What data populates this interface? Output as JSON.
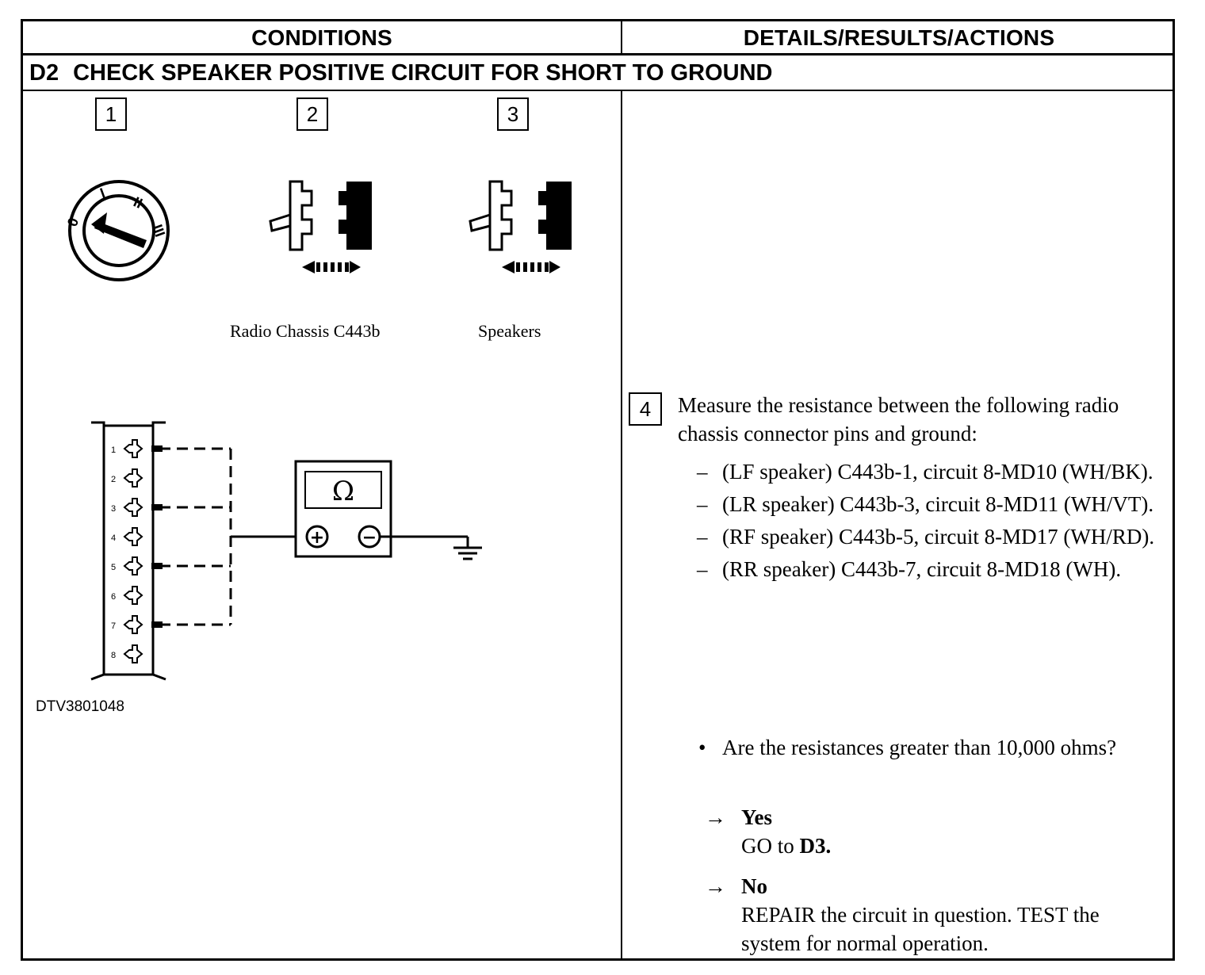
{
  "header": {
    "conditions": "CONDITIONS",
    "details": "DETAILS/RESULTS/ACTIONS"
  },
  "section": {
    "code": "D2",
    "title": "CHECK SPEAKER POSITIVE CIRCUIT FOR SHORT TO GROUND"
  },
  "steps": {
    "s1": "1",
    "s2": "2",
    "s3": "3",
    "s4": "4"
  },
  "figure": {
    "ignition_labels": [
      "0",
      "I",
      "II",
      "III"
    ],
    "connector_caption": "Radio Chassis C443b",
    "speakers_caption": "Speakers",
    "pin_numbers": [
      "1",
      "2",
      "3",
      "4",
      "5",
      "6",
      "7",
      "8"
    ],
    "meter_symbol": "Ω",
    "meter_plus": "+",
    "meter_minus": "−",
    "figure_id": "DTV3801048",
    "icons": [
      "ignition-switch-icon",
      "connector-disconnect-icon",
      "multimeter-icon",
      "ground-icon"
    ]
  },
  "instructions": {
    "intro": "Measure the resistance between the following radio chassis connector pins and ground:",
    "items": [
      {
        "dash": "–",
        "text": "(LF speaker) C443b-1, circuit 8-MD10 (WH/BK)."
      },
      {
        "dash": "–",
        "text": "(LR speaker) C443b-3, circuit 8-MD11 (WH/VT)."
      },
      {
        "dash": "–",
        "text": "(RF speaker) C443b-5, circuit 8-MD17 (WH/RD)."
      },
      {
        "dash": "–",
        "text": "(RR speaker) C443b-7, circuit 8-MD18 (WH)."
      }
    ],
    "bullet": "•",
    "question": "Are the resistances greater than 10,000 ohms?",
    "answers": {
      "arrow": "→",
      "yes_label": "Yes",
      "yes_action_prefix": "GO to ",
      "yes_action_target": "D3.",
      "no_label": "No",
      "no_action": "REPAIR the circuit in question. TEST the system for normal operation."
    }
  }
}
